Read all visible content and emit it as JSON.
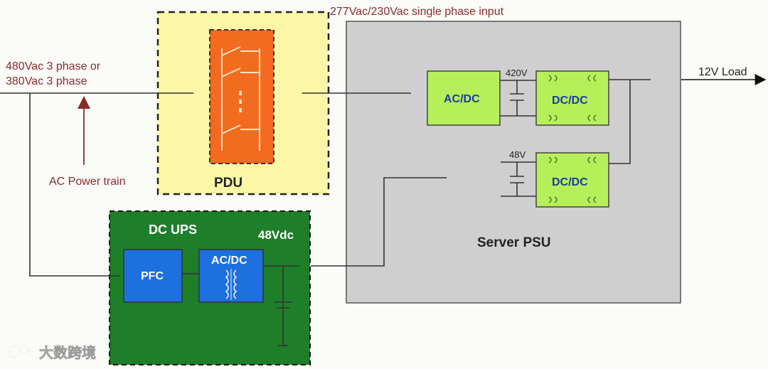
{
  "labels": {
    "input_3phase_line1": "480Vac 3 phase or",
    "input_3phase_line2": "380Vac 3 phase",
    "single_phase_input": "277Vac/230Vac single phase input",
    "ac_power_train": "AC Power train",
    "pdu": "PDU",
    "dc_ups": "DC UPS",
    "dc_ups_voltage": "48Vdc",
    "pfc": "PFC",
    "ups_acdc": "AC/DC",
    "psu_acdc": "AC/DC",
    "dcdc_top": "DC/DC",
    "dcdc_bottom": "DC/DC",
    "bus_420v": "420V",
    "bus_48v": "48V",
    "server_psu": "Server PSU",
    "load": "12V Load"
  },
  "watermark": {
    "text": "大数跨境",
    "icon": "brand-logo-icon"
  },
  "colors": {
    "pdu_fill": "#fbf7a7",
    "pdu_switch_fill": "#f26b1f",
    "dc_ups_fill": "#1d7f2a",
    "blue_block": "#1e6fe0",
    "green_block": "#b7ef5a",
    "psu_fill": "#cfcfcf",
    "label_red": "#8b2a2a",
    "wire": "#333333"
  }
}
